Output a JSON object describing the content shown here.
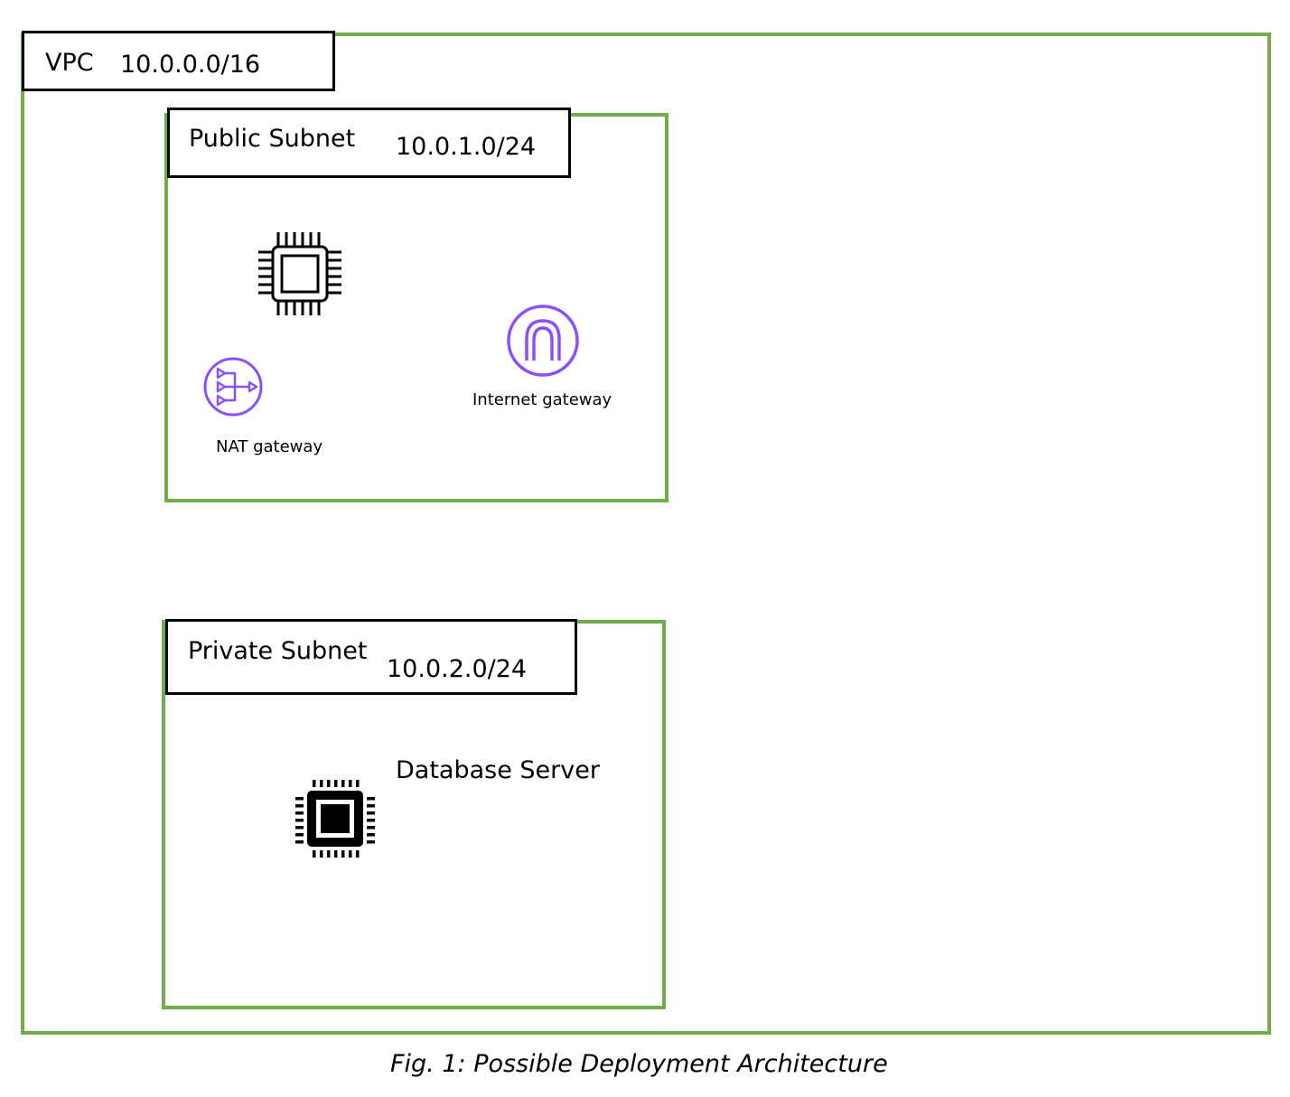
{
  "vpc": {
    "label": "VPC",
    "cidr": "10.0.0.0/16"
  },
  "public_subnet": {
    "label": "Public Subnet",
    "cidr": "10.0.1.0/24",
    "nat_gateway_label": "NAT gateway",
    "internet_gateway_label": "Internet gateway"
  },
  "private_subnet": {
    "label": "Private Subnet",
    "cidr": "10.0.2.0/24",
    "database_server_label": "Database Server"
  },
  "caption": "Fig. 1: Possible Deployment Architecture",
  "colors": {
    "container_border": "#70ad47",
    "icon_purple": "#8c4fff",
    "label_border": "#000000"
  },
  "icons": [
    "ec2-instance-icon",
    "nat-gateway-icon",
    "internet-gateway-icon",
    "database-server-icon"
  ]
}
